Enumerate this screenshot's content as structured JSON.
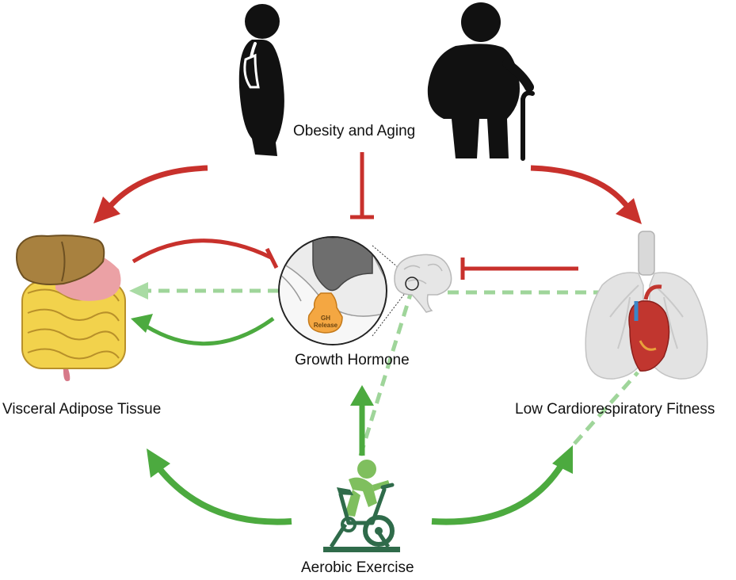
{
  "labels": {
    "obesity_aging": "Obesity and Aging",
    "growth_hormone": "Growth Hormone",
    "visceral_adipose": "Visceral Adipose Tissue",
    "low_fitness": "Low Cardiorespiratory Fitness",
    "aerobic_exercise": "Aerobic Exercise",
    "gh_release_line1": "GH",
    "gh_release_line2": "Release"
  },
  "colors": {
    "red_arrow": "#c8312c",
    "green_arrow": "#4caa3f",
    "green_dashed": "#9fd59a",
    "silhouette": "#111111",
    "exercise_icon": "#2f6b4a",
    "gland": "#f4a742",
    "brain_gray": "#7a7a7a"
  },
  "icons": [
    "pregnant-belly-person-icon",
    "elderly-person-cane-icon",
    "liver-intestines-icon",
    "pituitary-zoom-icon",
    "brain-icon",
    "lungs-heart-icon",
    "exercise-bike-icon"
  ]
}
